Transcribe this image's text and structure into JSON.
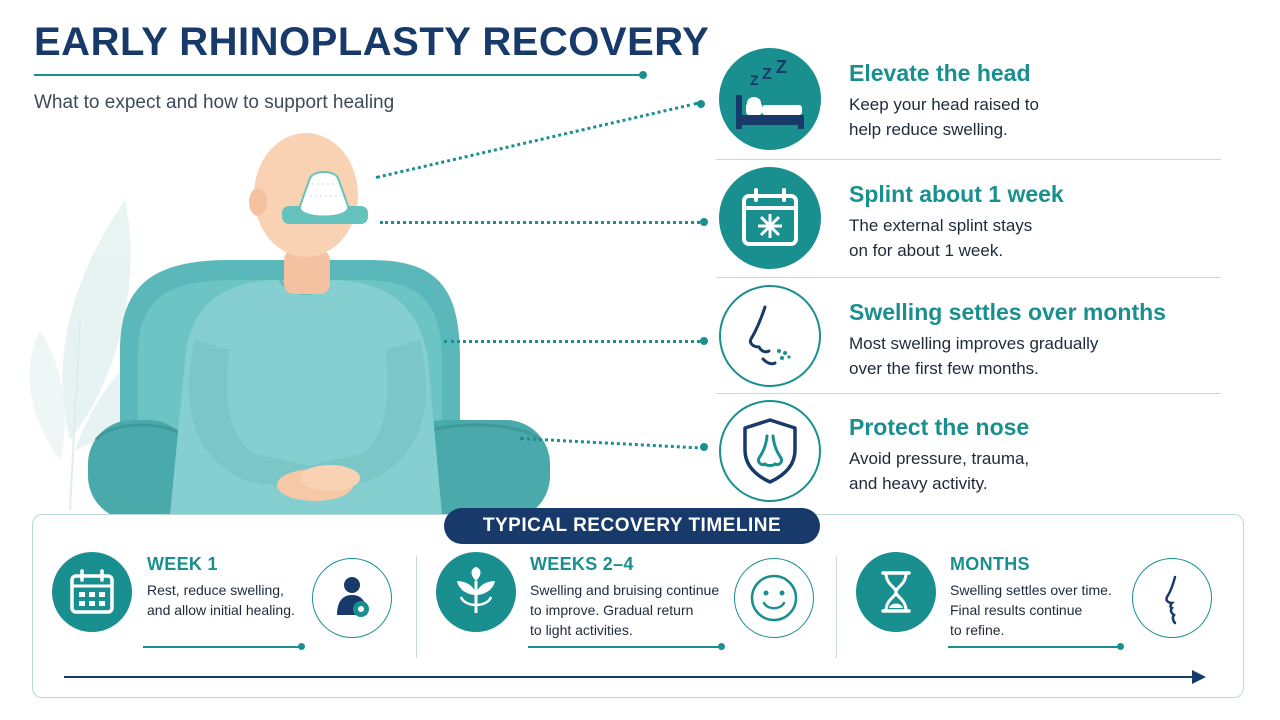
{
  "header": {
    "title": "EARLY RHINOPLASTY RECOVERY",
    "subtitle": "What to expect and how to support healing"
  },
  "tips": [
    {
      "title": "Elevate the head",
      "line1": "Keep your head raised to",
      "line2": "help reduce swelling.",
      "icon": "sleep-bed-icon"
    },
    {
      "title": "Splint about 1 week",
      "line1": "The external splint stays",
      "line2": "on for about 1 week.",
      "icon": "calendar-icon"
    },
    {
      "title": "Swelling settles over months",
      "line1": "Most swelling improves gradually",
      "line2": "over the first few months.",
      "icon": "nose-profile-icon"
    },
    {
      "title": "Protect the nose",
      "line1": "Avoid pressure, trauma,",
      "line2": "and heavy activity.",
      "icon": "nose-shield-icon"
    }
  ],
  "timeline": {
    "badge": "TYPICAL RECOVERY TIMELINE",
    "stages": [
      {
        "heading": "WEEK 1",
        "line1": "Rest, reduce swelling,",
        "line2": "and allow initial healing.",
        "line3": "",
        "icon": "calendar-icon",
        "side_icon": "resting-person-icon"
      },
      {
        "heading": "WEEKS 2–4",
        "line1": "Swelling and bruising continue",
        "line2": "to improve. Gradual return",
        "line3": "to light activities.",
        "icon": "sprout-icon",
        "side_icon": "smiley-face-icon"
      },
      {
        "heading": "MONTHS",
        "line1": "Swelling settles over time.",
        "line2": "Final results continue",
        "line3": "to refine.",
        "icon": "hourglass-icon",
        "side_icon": "face-profile-icon"
      }
    ]
  },
  "colors": {
    "teal": "#1a8f8f",
    "navy": "#173a6a",
    "chair": "#5bb8ba",
    "shirt": "#86cfd0",
    "skin": "#f9d2b4"
  }
}
